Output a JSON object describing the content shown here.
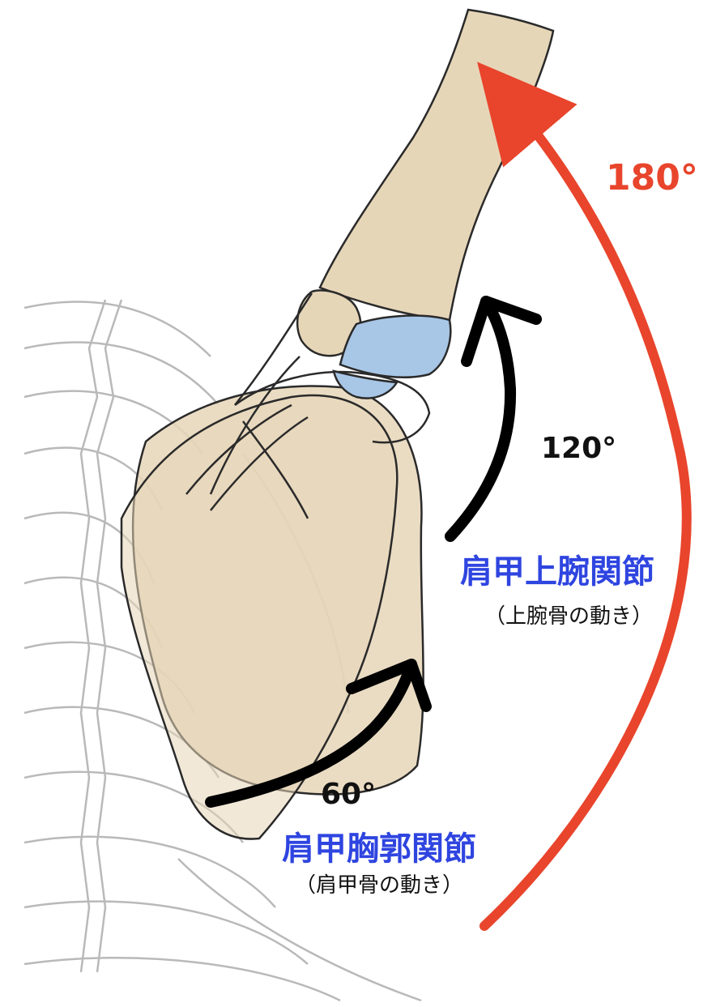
{
  "colors": {
    "accent_red": "#e8452c",
    "label_blue": "#2f45e0",
    "bone": "#e6d6b8",
    "cartilage": "#a8c6e6",
    "outline": "#2a2a2a",
    "ribcage": "#b9b9b9",
    "text_dark": "#111111"
  },
  "angles": {
    "total": "180°",
    "glenohumeral": "120°",
    "scapulothoracic": "60°"
  },
  "labels": {
    "glenohumeral_joint": "肩甲上腕関節",
    "glenohumeral_note": "（上腕骨の動き）",
    "scapulothoracic_joint": "肩甲胸郭関節",
    "scapulothoracic_note": "（肩甲骨の動き）"
  },
  "icons": {
    "total_arc": "red-curved-arrow-icon",
    "humerus_arc": "black-curved-arrow-icon",
    "scapula_arc": "black-curved-arrow-icon"
  }
}
